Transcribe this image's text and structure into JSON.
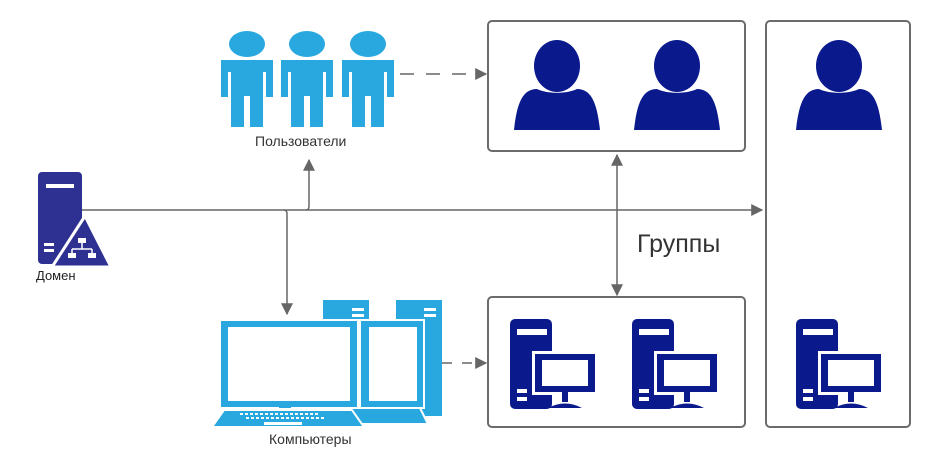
{
  "labels": {
    "domain": "Домен",
    "users": "Пользователи",
    "computers": "Компьютеры",
    "groups": "Группы"
  },
  "colors": {
    "light_blue": "#29a8e0",
    "dark_blue": "#0a1a8c",
    "domain_blue": "#2e3192",
    "line_gray": "#666666",
    "box_border": "#6b6b6b"
  },
  "icons": {
    "domain": "server-network-icon",
    "users": "people-group-icon",
    "computers": "desktop-computers-icon",
    "group_user": "user-silhouette-icon",
    "group_computer": "workstation-icon"
  }
}
